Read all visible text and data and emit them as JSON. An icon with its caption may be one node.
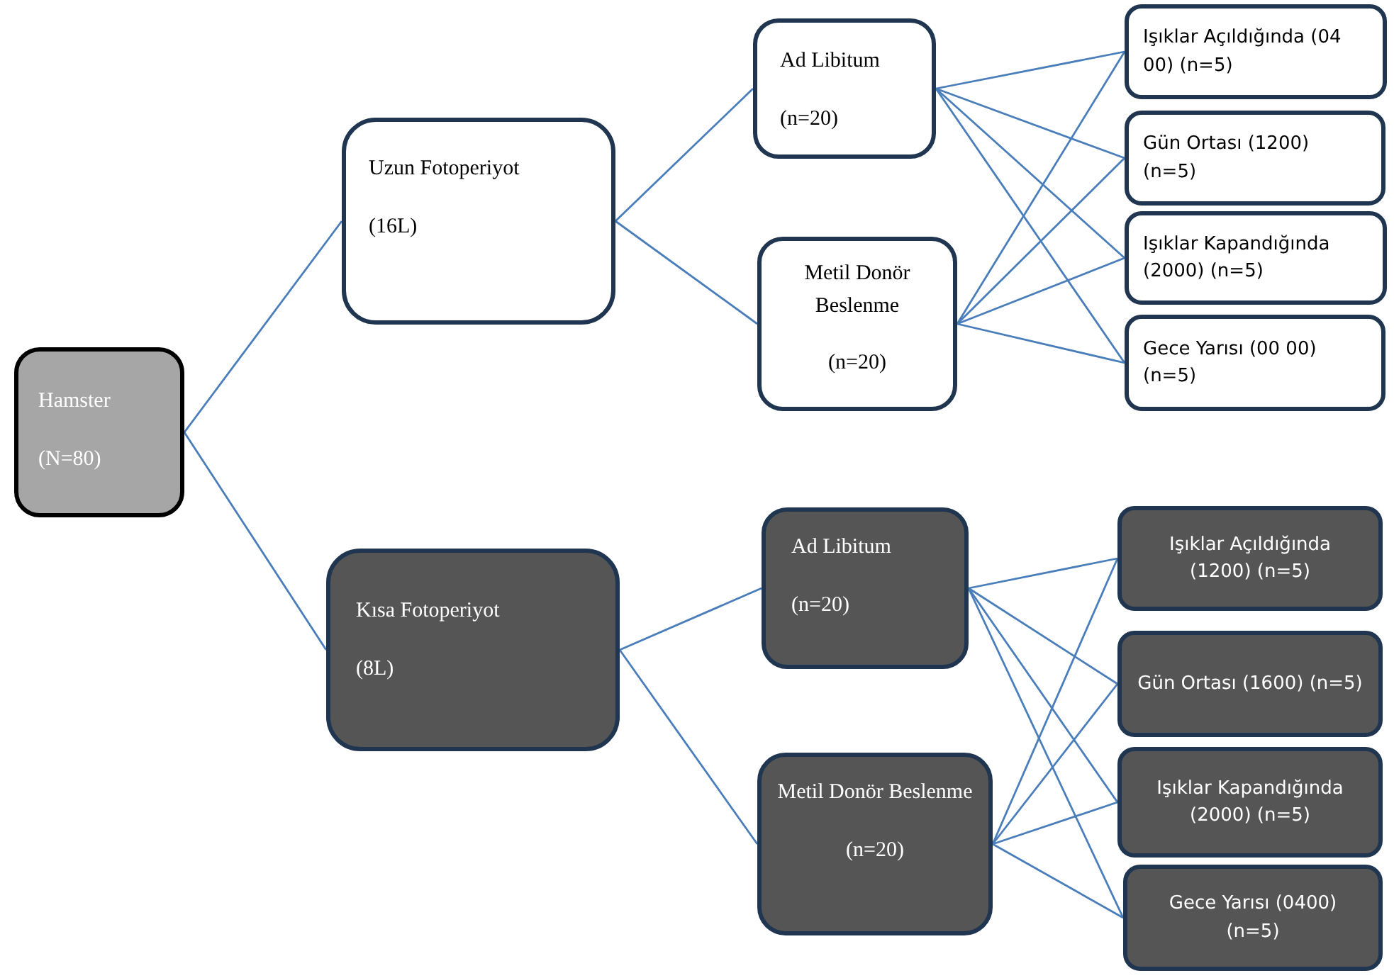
{
  "diagram": {
    "nodes": [
      {
        "text": [
          "Hamster",
          "(N=80)"
        ]
      },
      {
        "text": [
          "Uzun Fotoperiyot",
          "(16L)"
        ]
      },
      {
        "text": [
          "Kısa Fotoperiyot",
          "(8L)"
        ]
      },
      {
        "text": [
          "Ad Libitum",
          "(n=20)"
        ]
      },
      {
        "text": [
          "Metil Donör Beslenme",
          "(n=20)"
        ]
      },
      {
        "text": [
          "Işıklar Açıldığında (04 00) (n=5)"
        ]
      },
      {
        "text": [
          "Gün Ortası (1200) (n=5)"
        ]
      },
      {
        "text": [
          "Işıklar Kapandığında (2000) (n=5)"
        ]
      },
      {
        "text": [
          "Gece Yarısı (00 00) (n=5)"
        ]
      },
      {
        "text": [
          "Ad Libitum",
          "(n=20)"
        ]
      },
      {
        "text": [
          "Metil Donör Beslenme",
          "(n=20)"
        ]
      },
      {
        "text": [
          "Işıklar Açıldığında (1200) (n=5)"
        ]
      },
      {
        "text": [
          "Gün Ortası (1600) (n=5)"
        ]
      },
      {
        "text": [
          "Işıklar Kapandığında (2000) (n=5)"
        ]
      },
      {
        "text": [
          "Gece Yarısı (0400) (n=5)"
        ]
      }
    ],
    "edges": [
      {
        "from": 0,
        "to": 1,
        "arrow": "none"
      },
      {
        "from": 0,
        "to": 2,
        "arrow": "none"
      },
      {
        "from": 1,
        "to": 3,
        "arrow": "none"
      },
      {
        "from": 1,
        "to": 4,
        "arrow": "none"
      },
      {
        "from": 3,
        "to": 5,
        "arrow": "none"
      },
      {
        "from": 3,
        "to": 6,
        "arrow": "none"
      },
      {
        "from": 3,
        "to": 7,
        "arrow": "none"
      },
      {
        "from": 3,
        "to": 8,
        "arrow": "none"
      },
      {
        "from": 4,
        "to": 5,
        "arrow": "none"
      },
      {
        "from": 4,
        "to": 6,
        "arrow": "none"
      },
      {
        "from": 4,
        "to": 7,
        "arrow": "none"
      },
      {
        "from": 4,
        "to": 8,
        "arrow": "none"
      },
      {
        "from": 2,
        "to": 9,
        "arrow": "none"
      },
      {
        "from": 2,
        "to": 10,
        "arrow": "none"
      },
      {
        "from": 9,
        "to": 11,
        "arrow": "none"
      },
      {
        "from": 9,
        "to": 12,
        "arrow": "none"
      },
      {
        "from": 9,
        "to": 13,
        "arrow": "none"
      },
      {
        "from": 9,
        "to": 14,
        "arrow": "none"
      },
      {
        "from": 10,
        "to": 11,
        "arrow": "none"
      },
      {
        "from": 10,
        "to": 12,
        "arrow": "none"
      },
      {
        "from": 10,
        "to": 13,
        "arrow": "none"
      },
      {
        "from": 10,
        "to": 14,
        "arrow": "none"
      }
    ]
  }
}
